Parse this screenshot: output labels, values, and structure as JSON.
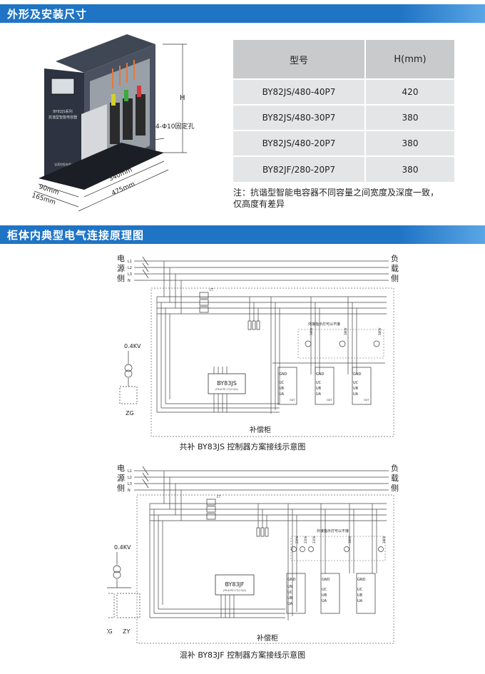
{
  "section1": {
    "title": "外形及安装尺寸"
  },
  "product": {
    "panel_text": [
      "BY82JS系列",
      "抗谐型智能电容器"
    ],
    "maker_text": "宝燕控股有限公司",
    "dim_height": "H",
    "dim_hole": "4-Φ10固定孔",
    "dim_depth_inner": "90mm",
    "dim_depth_outer": "165mm",
    "dim_width_inner": "340mm",
    "dim_width_outer": "475mm"
  },
  "table": {
    "headers": [
      "型号",
      "H(mm)"
    ],
    "rows": [
      [
        "BY82JS/480-40P7",
        "420"
      ],
      [
        "BY82JS/480-30P7",
        "380"
      ],
      [
        "BY82JS/480-20P7",
        "380"
      ],
      [
        "BY82JF/280-20P7",
        "380"
      ]
    ]
  },
  "note": {
    "line1": "注：抗谐型智能电容器不同容量之间宽度及深度一致，",
    "line2": "仅高度有差异"
  },
  "section2": {
    "title": "柜体内典型电气连接原理图"
  },
  "labels": {
    "source_side": [
      "电",
      "源",
      "侧"
    ],
    "load_side": [
      "负",
      "载",
      "侧"
    ],
    "voltage": "0.4KV",
    "cabinet": "补偿柜",
    "ext_lamp": "外接指示灯可以不接",
    "ct": "CT",
    "lamp": "380V",
    "lamp_220": "220V",
    "line_labels": [
      "L1",
      "L2",
      "L3",
      "N"
    ],
    "mod_pins": [
      "GND",
      "UC",
      "UB",
      "UA",
      "OUT",
      "IN"
    ],
    "mod_pins_jf": [
      "GND",
      "UN",
      "UC",
      "UB",
      "UA",
      "OUT",
      "IN"
    ],
    "hl_pins": [
      "HL1",
      "HL2",
      "HL3"
    ],
    "sub": "(P6.6 PE CT(0.5)S)"
  },
  "diagram1": {
    "controller": "BY83JS",
    "zg": "ZG",
    "caption": "共补 BY83JS 控制器方案接线示意图"
  },
  "diagram2": {
    "controller": "BY83JF",
    "zg": "ZG",
    "zy": "ZY",
    "caption": "混补 BY83JF 控制器方案接线示意图"
  },
  "colors": {
    "header_bar": "#1f74c4",
    "table_head": "#c9cacc",
    "table_row": "#e4e5e7"
  }
}
